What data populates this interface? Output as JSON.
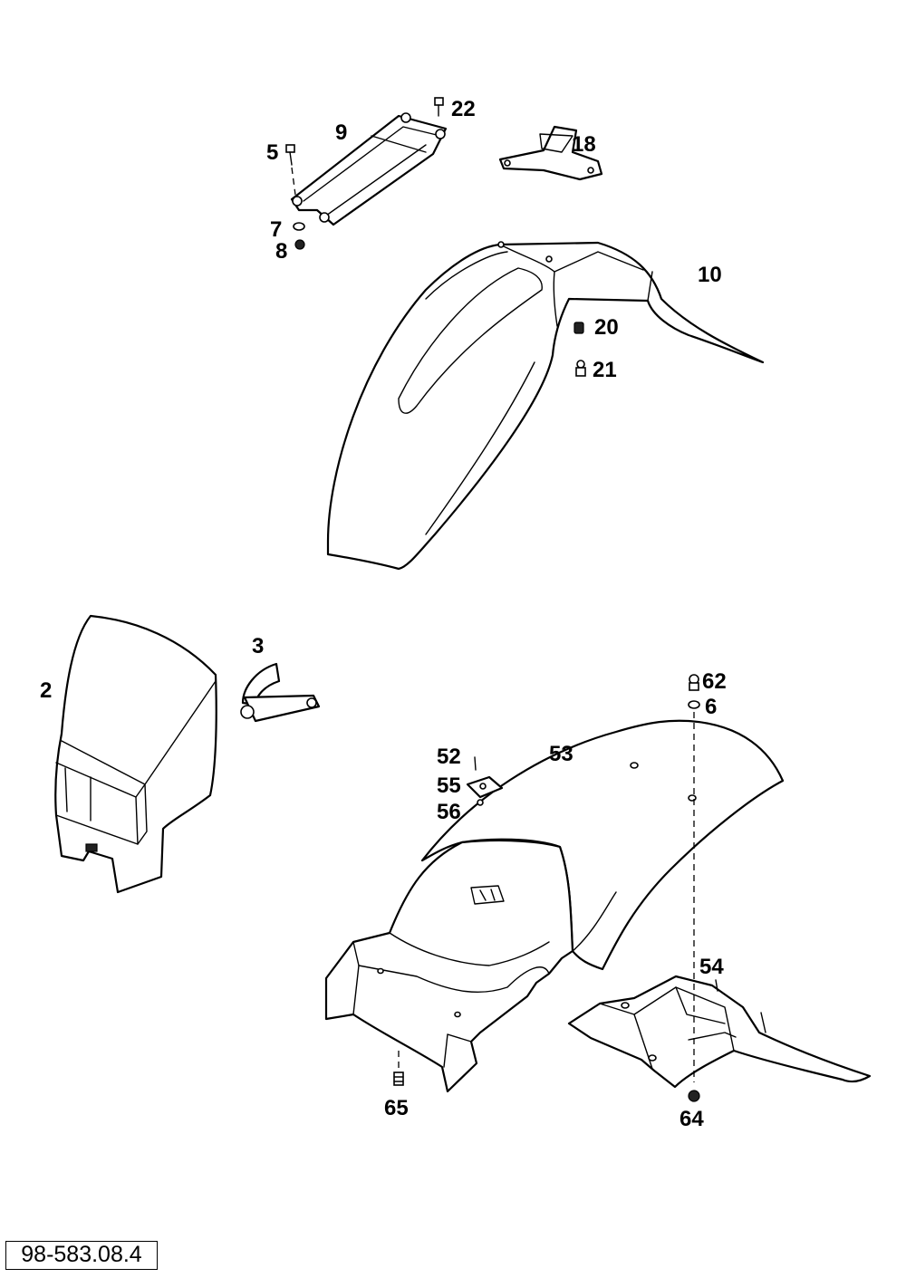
{
  "diagram": {
    "drawing_code": "98-583.08.4",
    "callouts": {
      "p2": "2",
      "p3": "3",
      "p5": "5",
      "p6": "6",
      "p7": "7",
      "p8": "8",
      "p9": "9",
      "p10": "10",
      "p18": "18",
      "p20": "20",
      "p21": "21",
      "p22": "22",
      "p52": "52",
      "p53": "53",
      "p54": "54",
      "p55": "55",
      "p56": "56",
      "p62": "62",
      "p64": "64",
      "p65": "65"
    }
  }
}
